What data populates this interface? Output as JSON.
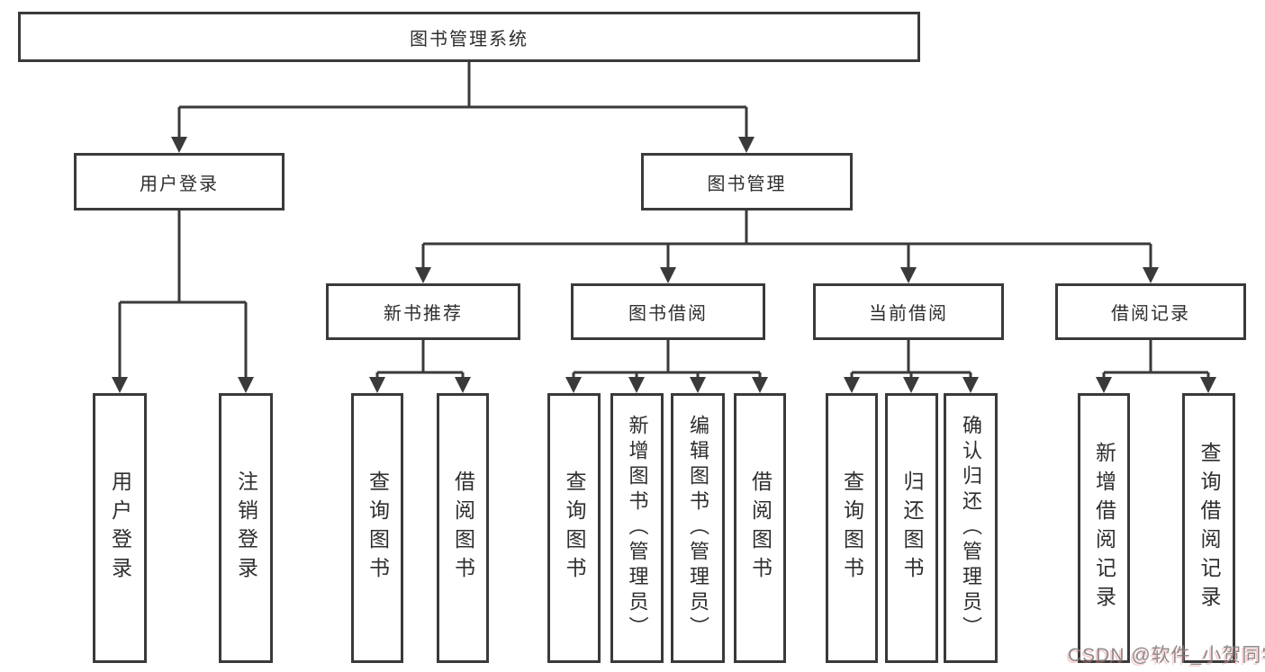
{
  "tree": {
    "root": "图书管理系统",
    "children": [
      {
        "label": "用户登录",
        "children": [
          "用户登录",
          "注销登录"
        ]
      },
      {
        "label": "图书管理",
        "children": [
          {
            "label": "新书推荐",
            "children": [
              "查询图书",
              "借阅图书"
            ]
          },
          {
            "label": "图书借阅",
            "children": [
              "查询图书",
              "新增图书（管理员）",
              "编辑图书（管理员）",
              "借阅图书"
            ]
          },
          {
            "label": "当前借阅",
            "children": [
              "查询图书",
              "归还图书",
              "确认归还（管理员）"
            ]
          },
          {
            "label": "借阅记录",
            "children": [
              "新增借阅记录",
              "查询借阅记录"
            ]
          }
        ]
      }
    ]
  },
  "watermark": {
    "text": "CSDN @软件_小贺同学"
  },
  "colors": {
    "line": "#3a3a3a",
    "box_border": "#3a3a3a",
    "text": "#2e2e2e",
    "watermark_gray": "#807c7c",
    "watermark_red": "#f08282"
  }
}
